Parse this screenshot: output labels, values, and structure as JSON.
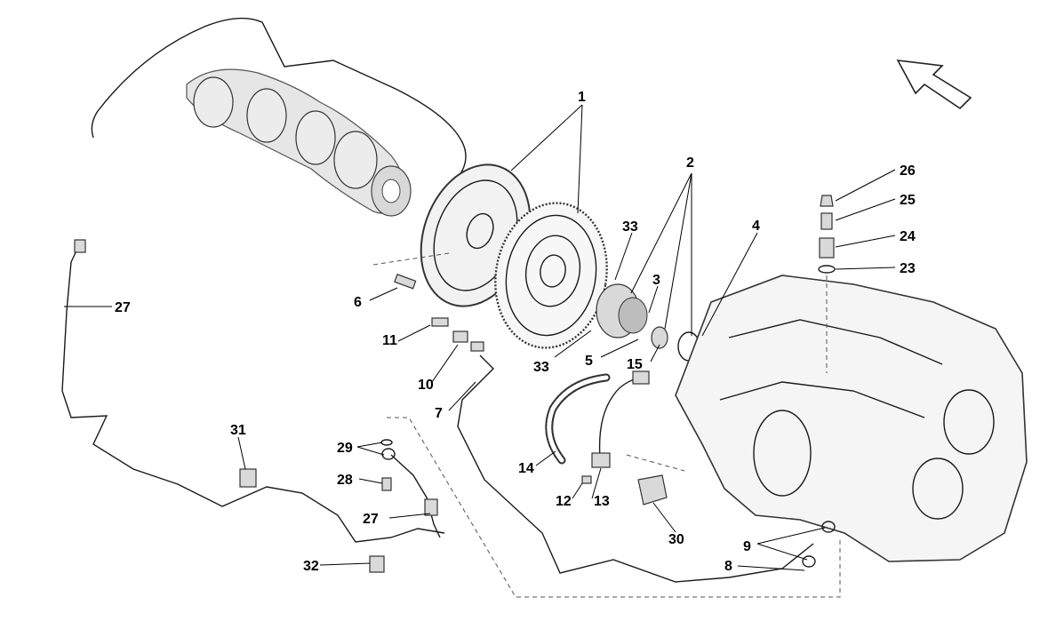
{
  "labels": {
    "l1": "1",
    "l2": "2",
    "l3": "3",
    "l4": "4",
    "l5": "5",
    "l6": "6",
    "l7": "7",
    "l8": "8",
    "l9": "9",
    "l10": "10",
    "l11": "11",
    "l12": "12",
    "l13": "13",
    "l14": "14",
    "l15": "15",
    "l23": "23",
    "l24": "24",
    "l25": "25",
    "l26": "26",
    "l27a": "27",
    "l27b": "27",
    "l28": "28",
    "l29": "29",
    "l30": "30",
    "l31": "31",
    "l32": "32",
    "l33a": "33",
    "l33b": "33"
  }
}
